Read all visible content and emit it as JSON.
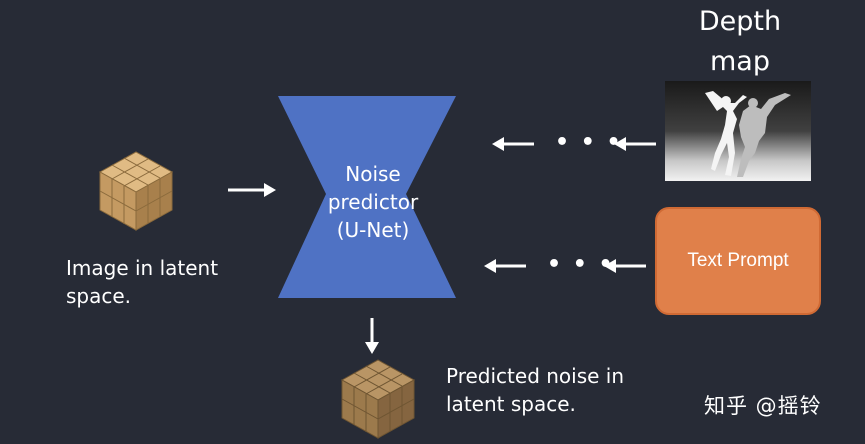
{
  "depth_map": {
    "title_line1": "Depth",
    "title_line2": "map"
  },
  "text_prompt": {
    "label": "Text Prompt"
  },
  "unet": {
    "line1": "Noise",
    "line2": "predictor",
    "line3": "(U-Net)"
  },
  "input": {
    "line1": "Image in latent",
    "line2": "space."
  },
  "output": {
    "line1": "Predicted noise in",
    "line2": "latent space."
  },
  "ellipsis": "• • •",
  "watermark": "知乎 @摇铃",
  "colors": {
    "background": "#272b36",
    "unet_fill": "#4f72c4",
    "prompt_fill": "#e0804a",
    "cube_face": "#c9a26a",
    "arrow": "#ffffff"
  }
}
